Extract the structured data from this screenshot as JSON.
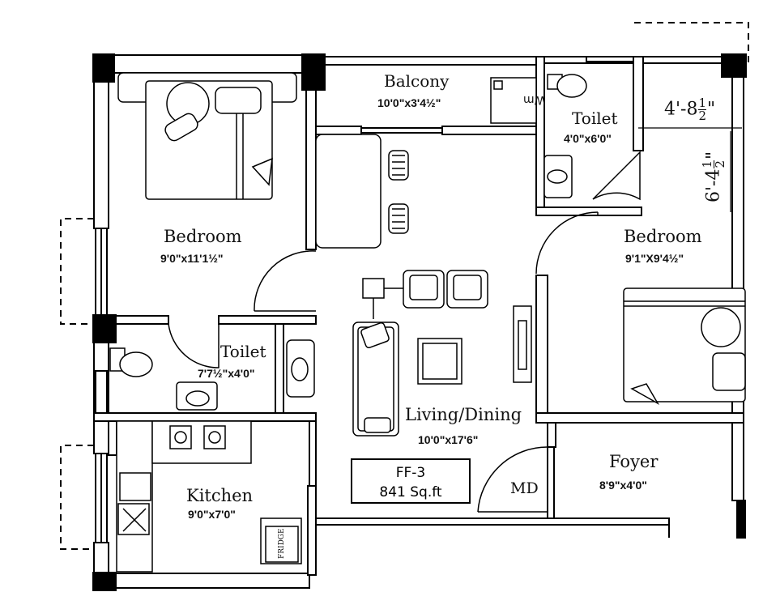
{
  "rooms": {
    "bedroom_left": {
      "name": "Bedroom",
      "size": "9'0\"x11'1½\""
    },
    "balcony": {
      "name": "Balcony",
      "size": "10'0\"x3'4½\""
    },
    "toilet_top": {
      "name": "Toilet",
      "size": "4'0\"x6'0\""
    },
    "bedroom_right": {
      "name": "Bedroom",
      "size": "9'1\"X9'4½\""
    },
    "toilet_left": {
      "name": "Toilet",
      "size": "7'7½\"x4'0\""
    },
    "living_dining": {
      "name": "Living/Dining",
      "size": "10'0\"x17'6\""
    },
    "foyer": {
      "name": "Foyer",
      "size": "8'9\"x4'0\""
    },
    "kitchen": {
      "name": "Kitchen",
      "size": "9'0\"x7'0\""
    },
    "main_door": {
      "name": "MD"
    }
  },
  "unit": {
    "code": "FF-3",
    "area": "841 Sq.ft"
  },
  "fixtures": {
    "washing_machine": "Wm",
    "fridge": "FRIDGE"
  },
  "dimensions": {
    "width_text": "4'-8",
    "width_frac_num": "1",
    "width_frac_den": "2",
    "width_suffix": "\"",
    "depth_text": "6'-4",
    "depth_frac_num": "1",
    "depth_frac_den": "2",
    "depth_suffix": "\""
  }
}
